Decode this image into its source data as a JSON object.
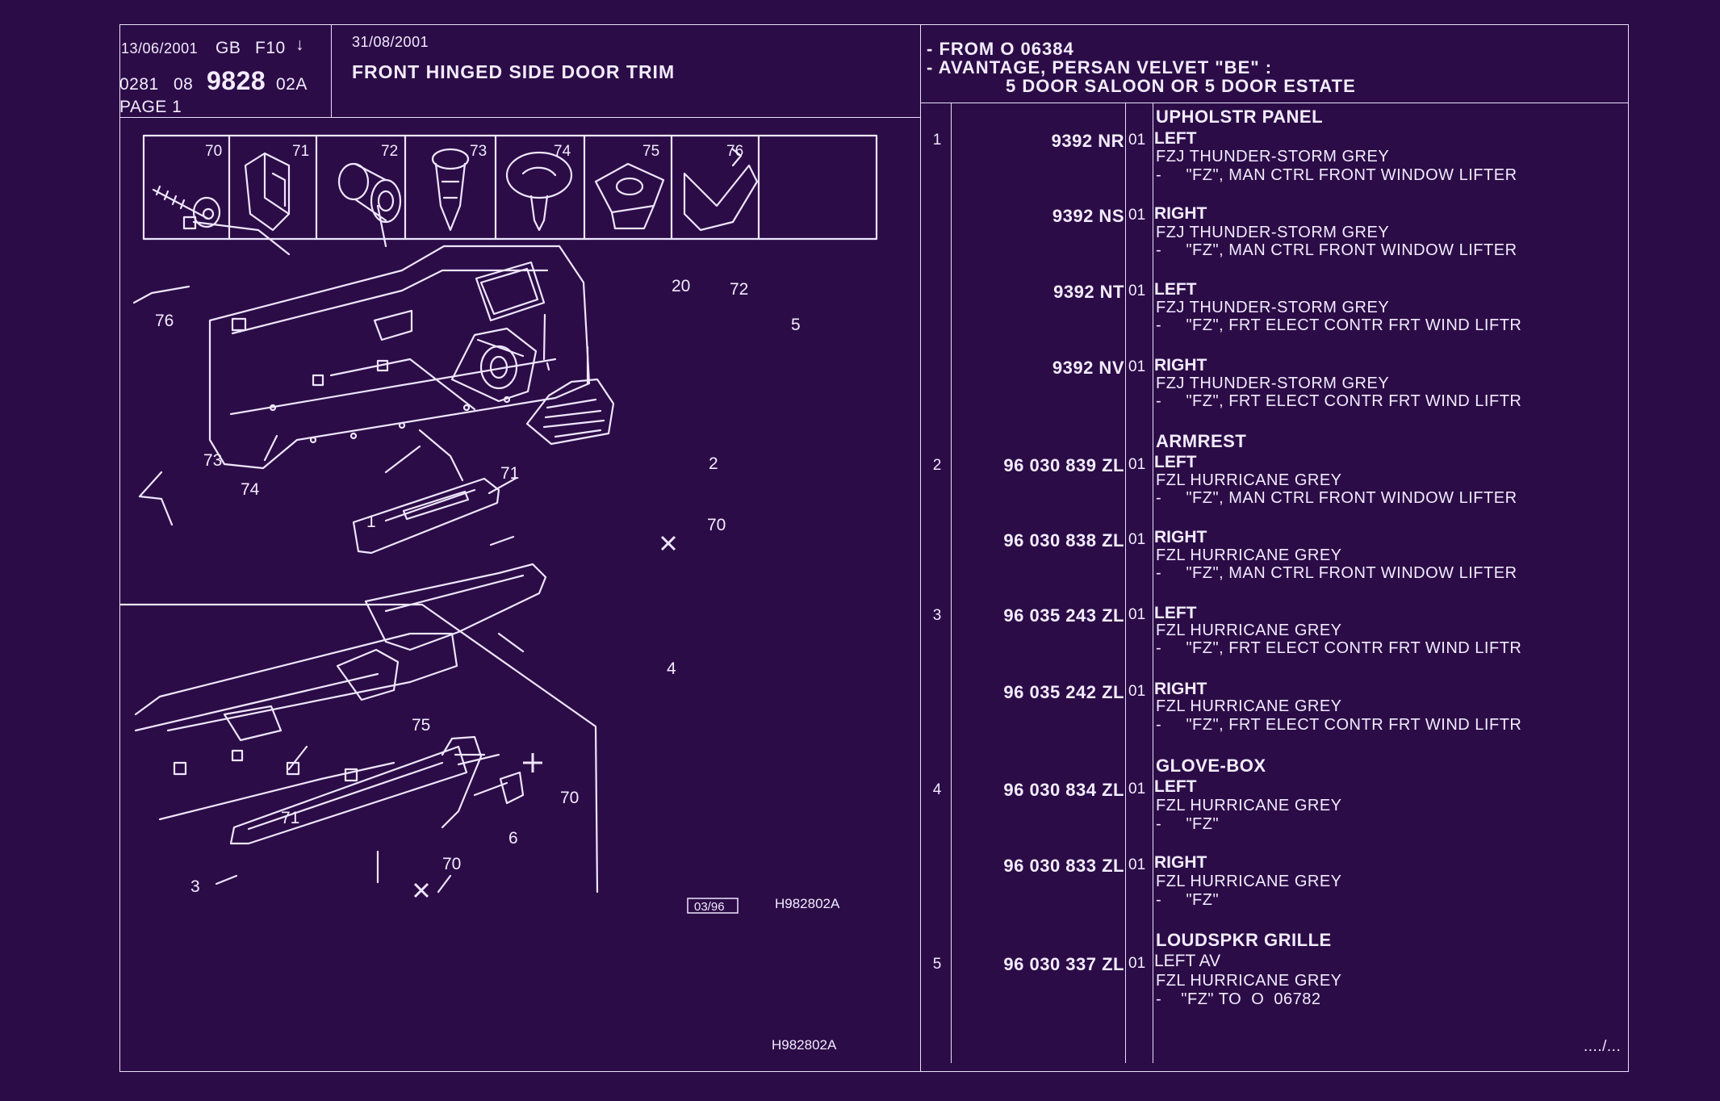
{
  "header": {
    "date1": "13/06/2001",
    "lang": "GB",
    "section": "F10",
    "arrow": "↓",
    "code_a": "0281",
    "code_b": "08",
    "plate": "9828",
    "plate_suffix": "02A",
    "page": "PAGE 1",
    "date2": "31/08/2001",
    "title": "FRONT HINGED SIDE DOOR TRIM",
    "applic_line1": "- FROM  O  06384",
    "applic_line2": "- AVANTAGE, PERSAN VELVET \"BE\" :",
    "applic_line3": "5 DOOR SALOON OR 5 DOOR ESTATE"
  },
  "diagram": {
    "small_parts": [
      "70",
      "71",
      "72",
      "73",
      "74",
      "75",
      "76"
    ],
    "callouts": [
      "76",
      "20",
      "72",
      "5",
      "73",
      "74",
      "71",
      "2",
      "70",
      "1",
      "4",
      "75",
      "70",
      "71",
      "6",
      "3",
      "70"
    ],
    "date_box": "03/96",
    "ref_code": "H982802A",
    "footer_ref": "H982802A"
  },
  "parts": [
    {
      "index": "1",
      "group": "UPHOLSTR PANEL",
      "ref": "9392 NR",
      "qty": "01",
      "side": "LEFT",
      "color": "FZJ THUNDER-STORM GREY",
      "cond": "-     \"FZ\", MAN CTRL FRONT WINDOW LIFTER"
    },
    {
      "index": "",
      "group": "",
      "ref": "9392 NS",
      "qty": "01",
      "side": "RIGHT",
      "color": "FZJ THUNDER-STORM GREY",
      "cond": "-     \"FZ\", MAN CTRL FRONT WINDOW LIFTER"
    },
    {
      "index": "",
      "group": "",
      "ref": "9392 NT",
      "qty": "01",
      "side": "LEFT",
      "color": "FZJ THUNDER-STORM GREY",
      "cond": "-     \"FZ\", FRT ELECT CONTR FRT WIND LIFTR"
    },
    {
      "index": "",
      "group": "",
      "ref": "9392 NV",
      "qty": "01",
      "side": "RIGHT",
      "color": "FZJ THUNDER-STORM GREY",
      "cond": "-     \"FZ\", FRT ELECT CONTR FRT WIND LIFTR"
    },
    {
      "index": "2",
      "group": "ARMREST",
      "ref": "96 030 839 ZL",
      "qty": "01",
      "side": "LEFT",
      "color": "FZL HURRICANE GREY",
      "cond": "-     \"FZ\", MAN CTRL FRONT WINDOW LIFTER"
    },
    {
      "index": "",
      "group": "",
      "ref": "96 030 838 ZL",
      "qty": "01",
      "side": "RIGHT",
      "color": "FZL HURRICANE GREY",
      "cond": "-     \"FZ\", MAN CTRL FRONT WINDOW LIFTER"
    },
    {
      "index": "3",
      "group": "",
      "ref": "96 035 243 ZL",
      "qty": "01",
      "side": "LEFT",
      "color": "FZL HURRICANE GREY",
      "cond": "-     \"FZ\", FRT ELECT CONTR FRT WIND LIFTR"
    },
    {
      "index": "",
      "group": "",
      "ref": "96 035 242 ZL",
      "qty": "01",
      "side": "RIGHT",
      "color": "FZL HURRICANE GREY",
      "cond": "-     \"FZ\", FRT ELECT CONTR FRT WIND LIFTR"
    },
    {
      "index": "4",
      "group": "GLOVE-BOX",
      "ref": "96 030 834 ZL",
      "qty": "01",
      "side": "LEFT",
      "color": "FZL HURRICANE GREY",
      "cond": "-     \"FZ\""
    },
    {
      "index": "",
      "group": "",
      "ref": "96 030 833 ZL",
      "qty": "01",
      "side": "RIGHT",
      "color": "FZL HURRICANE GREY",
      "cond": "-     \"FZ\""
    },
    {
      "index": "5",
      "group": "LOUDSPKR GRILLE",
      "ref": "96 030 337 ZL",
      "qty": "01",
      "side": "LEFT AV",
      "color": "FZL HURRICANE GREY",
      "cond": "-    \"FZ\" TO  O  06782"
    }
  ],
  "continued": "..../..."
}
